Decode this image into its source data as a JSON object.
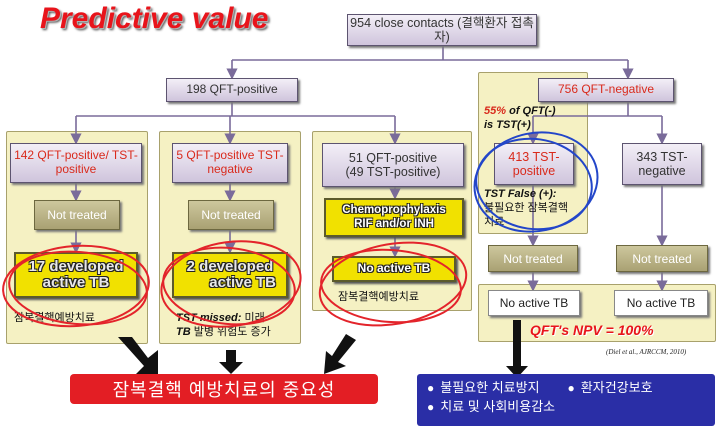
{
  "title": "Predictive value",
  "nodes": {
    "root": "954 close contacts (결핵환자 접촉자)",
    "qft_pos": "198 QFT-positive",
    "qft_neg": "756 QFT-negative",
    "b1": "142 QFT-positive/ TST-positive",
    "b2": "5 QFT-positive TST-negative",
    "b3_line1": "51 QFT-positive",
    "b3_line2": "(49 TST-positive)",
    "b4_line1": "413 TST-",
    "b4_line2": "positive",
    "b5_line1": "343 TST-",
    "b5_line2": "negative"
  },
  "treatment": {
    "t1": "Not treated",
    "t2": "Not treated",
    "t3_line1": "Chemoprophylaxis",
    "t3_line2": "RIF and/or INH",
    "t4": "Not treated",
    "t5": "Not treated"
  },
  "outcomes": {
    "o1_line1": "17 developed",
    "o1_line2": "active TB",
    "o2_line1": "2 developed",
    "o2_line2": "active TB",
    "o3": "No active TB",
    "o4": "No active TB",
    "o5": "No active TB"
  },
  "notes": {
    "n1": "잠복결핵예방치료",
    "n2_a": "TST missed:",
    "n2_b": "미래",
    "n2_c": "TB",
    "n2_d": "발병 위험도 증가",
    "n3": "잠복결핵예방치료",
    "pct_a": "55%",
    "pct_b": "of QFT(-)",
    "pct_c": "is TST(+)",
    "false_a": "TST False (+):",
    "false_b": "불필요한 잠복결핵",
    "false_c": "치료"
  },
  "npv": "QFT's NPV = 100%",
  "citation": "(Diel et al., AJRCCM, 2010)",
  "banner_left": "잠복결핵 예방치료의 중요성",
  "banner_right": {
    "item1": "불필요한 치료방지",
    "item2": "환자건강보호",
    "item3": "치료 및 사회비용감소"
  },
  "colors": {
    "title": "#e8141b",
    "panel": "#f5f1c3",
    "yellow_box": "#f1e100",
    "red_banner": "#e31e24",
    "blue_banner": "#2a2ea6",
    "highlight_ring_red": "#e3242b",
    "highlight_ring_blue": "#2346c9"
  }
}
